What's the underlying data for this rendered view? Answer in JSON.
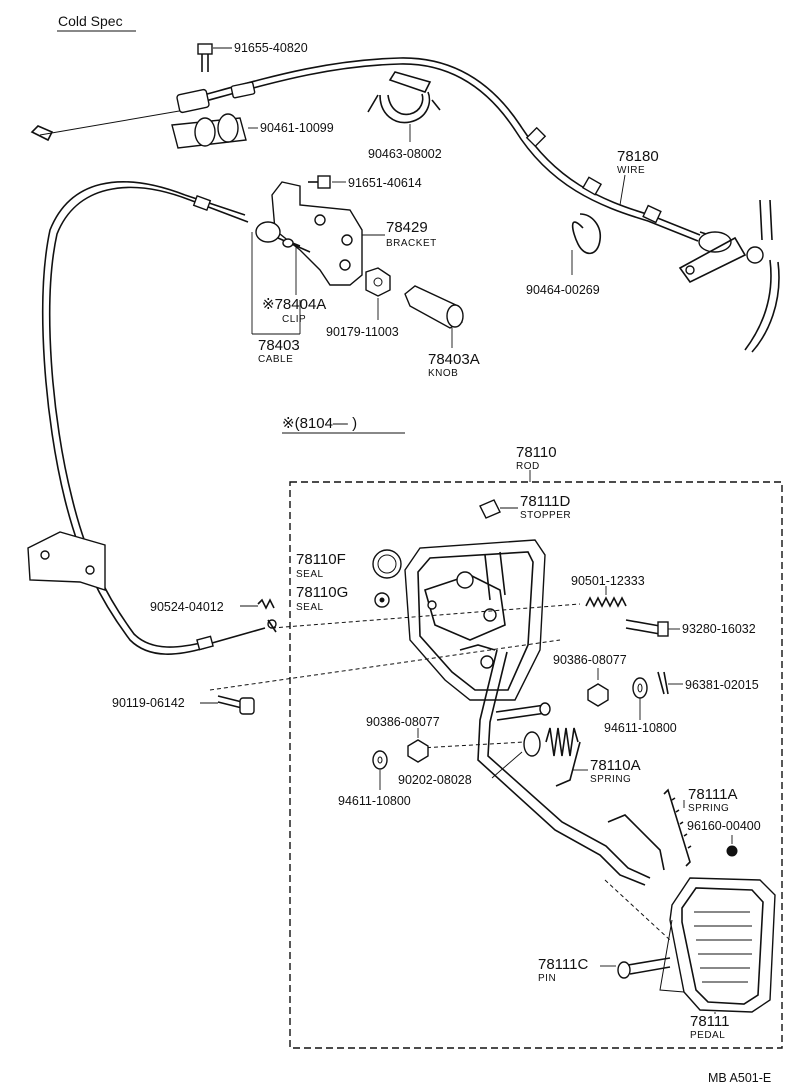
{
  "header": {
    "title": "Cold Spec"
  },
  "footer": {
    "code": "MB  A501-E"
  },
  "serial": {
    "note": "※(8104—       )"
  },
  "labels": {
    "p91655": "91655-40820",
    "p90461": "90461-10099",
    "p90463": "90463-08002",
    "p91651": "91651-40614",
    "p78429": "78429",
    "p78429n": "BRACKET",
    "p78180": "78180",
    "p78180n": "WIRE",
    "p78404a": "※78404A",
    "p78404an": "CLIP",
    "p90179": "90179-11003",
    "p78403": "78403",
    "p78403n": "CABLE",
    "p78403a": "78403A",
    "p78403an": "KNOB",
    "p90464": "90464-00269",
    "p78110": "78110",
    "p78110n": "ROD",
    "p78111d": "78111D",
    "p78111dn": "STOPPER",
    "p78110f": "78110F",
    "p78110fn": "SEAL",
    "p78110g": "78110G",
    "p78110gn": "SEAL",
    "p90501": "90501-12333",
    "p93280": "93280-16032",
    "p90524": "90524-04012",
    "p90386a": "90386-08077",
    "p96381": "96381-02015",
    "p94611a": "94611-10800",
    "p90119": "90119-06142",
    "p90386b": "90386-08077",
    "p78110a": "78110A",
    "p78110an": "SPRING",
    "p90202": "90202-08028",
    "p94611b": "94611-10800",
    "p78111a": "78111A",
    "p78111an": "SPRING",
    "p96160": "96160-00400",
    "p78111c": "78111C",
    "p78111cn": "PIN",
    "p78111": "78111",
    "p78111n": "PEDAL"
  }
}
